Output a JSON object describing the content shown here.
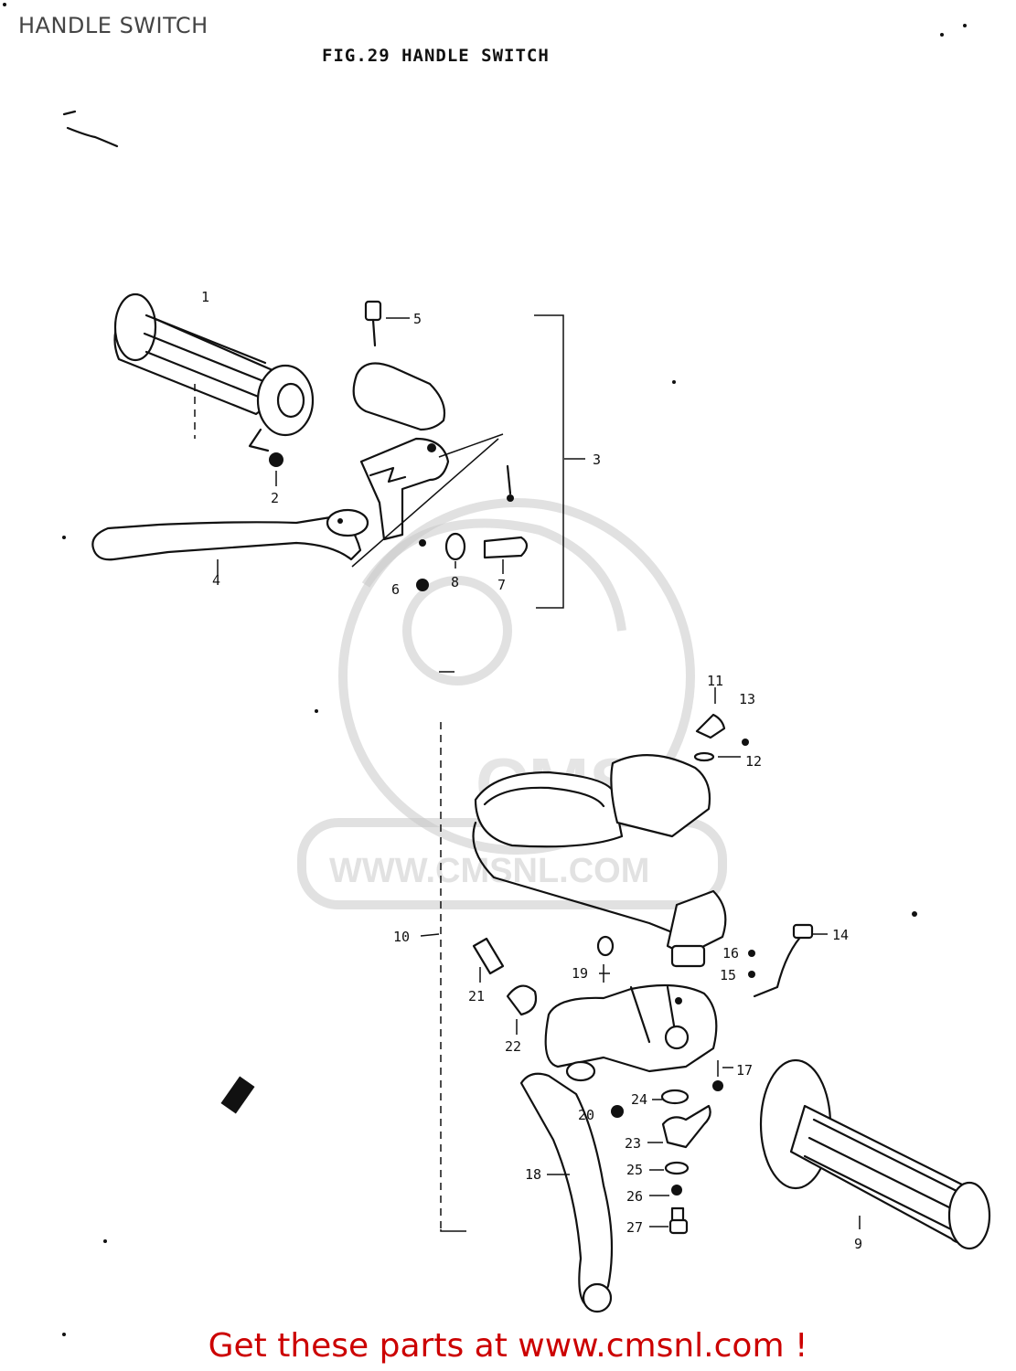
{
  "page_title": "HANDLE SWITCH",
  "figure_title": "FIG.29  HANDLE SWITCH",
  "watermark": {
    "brand": "CMS",
    "url": "WWW.CMSNL.COM"
  },
  "callouts": [
    "1",
    "2",
    "3",
    "4",
    "5",
    "6",
    "7",
    "8",
    "9",
    "10",
    "11",
    "12",
    "13",
    "14",
    "15",
    "16",
    "17",
    "18",
    "19",
    "20",
    "21",
    "22",
    "23",
    "24",
    "25",
    "26",
    "27"
  ],
  "footer": {
    "link_text": "Get these parts at www.cmsnl.com !",
    "color": "#cc0000"
  }
}
